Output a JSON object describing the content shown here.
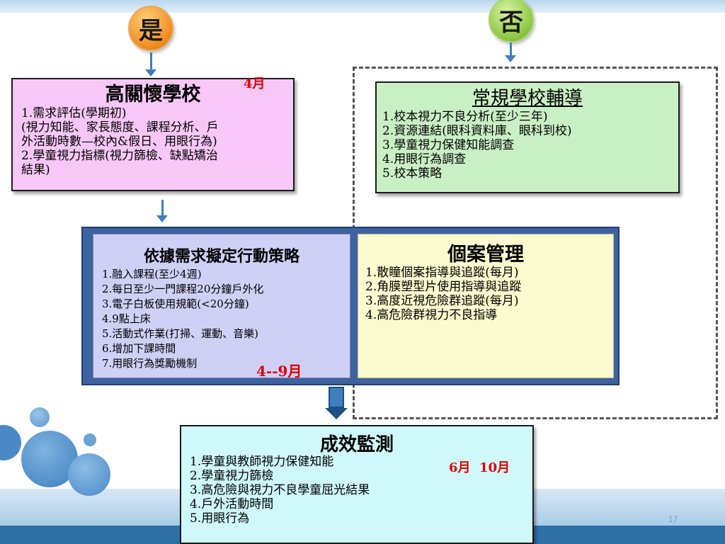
{
  "decision": {
    "yes": "是",
    "no": "否"
  },
  "high_care": {
    "title": "高關懷學校",
    "time_label": "4月",
    "lines": [
      "1.需求評估(學期初)",
      "(視力知能、家長態度、課程分析、戶",
      "外活動時數—校內&假日、用眼行為)",
      "2.學童視力指標(視力篩檢、缺點矯治",
      "結果)"
    ]
  },
  "regular": {
    "title": "常規學校輔導",
    "lines": [
      "1.校本視力不良分析(至少三年)",
      "2.資源連結(眼科資料庫、眼科到校)",
      "3.學童視力保健知能調查",
      "4.用眼行為調查",
      "5.校本策略"
    ]
  },
  "strategy": {
    "title": "依據需求擬定行動策略",
    "time_label": "4--9月",
    "lines": [
      "1.融入課程(至少4週)",
      "2.每日至少一門課程20分鐘戶外化",
      "3.電子白板使用規範(<20分鐘)",
      "4.9點上床",
      "5.活動式作業(打掃、運動、音樂)",
      "6.增加下課時間",
      "7.用眼行為獎勵機制"
    ]
  },
  "case_management": {
    "title": "個案管理",
    "lines": [
      "1.散瞳個案指導與追蹤(每月)",
      "2.角膜塑型片使用指導與追蹤",
      "3.高度近視危險群追蹤(每月)",
      "4.高危險群視力不良指導"
    ]
  },
  "monitoring": {
    "title": "成效監測",
    "time_label": "6月  10月",
    "lines": [
      "1.學童與教師視力保健知能",
      "2.學童視力篩檢",
      "3.高危險與視力不良學童屈光結果",
      "4.戶外活動時間",
      "5.用眼行為"
    ]
  },
  "slide": {
    "page_number": "17"
  },
  "colors": {
    "yes_circle": "#f18a1f",
    "no_circle": "#8cc63f",
    "high_care_bg": "#f7c8f7",
    "regular_bg": "#c9f0c4",
    "strategy_bg": "#cfd0f5",
    "case_bg": "#fbfbcf",
    "monitor_bg": "#cff8fa",
    "arrow": "#3f7fbf",
    "time_label": "#e00000"
  }
}
